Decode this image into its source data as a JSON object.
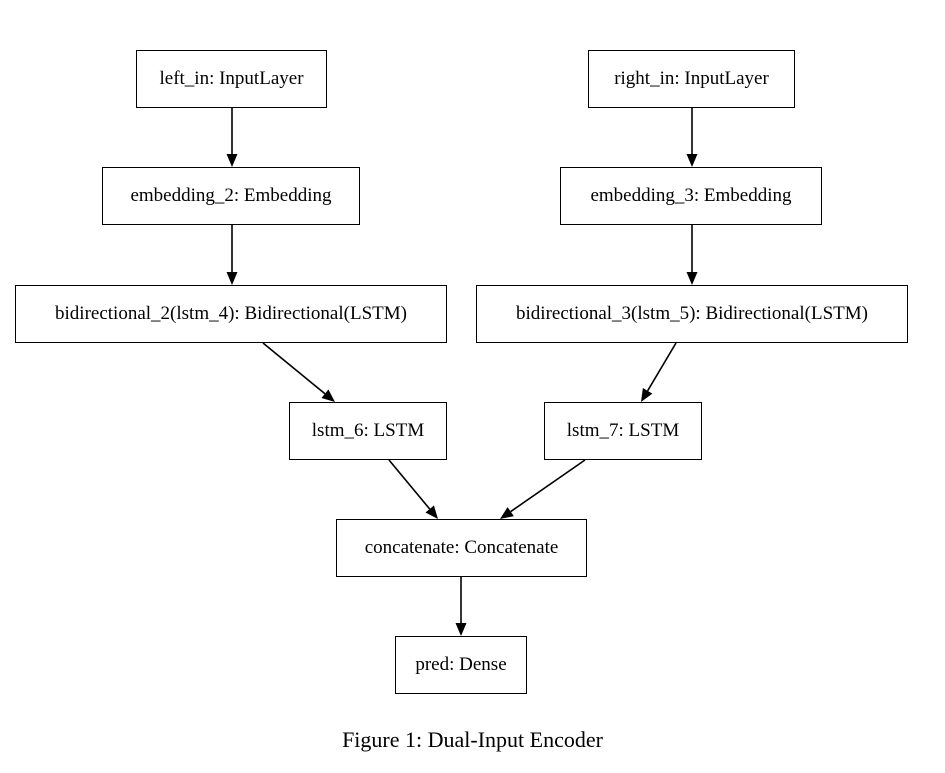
{
  "diagram": {
    "nodes": [
      {
        "id": "left_in",
        "label": "left_in: InputLayer"
      },
      {
        "id": "right_in",
        "label": "right_in: InputLayer"
      },
      {
        "id": "embedding_2",
        "label": "embedding_2: Embedding"
      },
      {
        "id": "embedding_3",
        "label": "embedding_3: Embedding"
      },
      {
        "id": "bidirectional_2",
        "label": "bidirectional_2(lstm_4): Bidirectional(LSTM)"
      },
      {
        "id": "bidirectional_3",
        "label": "bidirectional_3(lstm_5): Bidirectional(LSTM)"
      },
      {
        "id": "lstm_6",
        "label": "lstm_6: LSTM"
      },
      {
        "id": "lstm_7",
        "label": "lstm_7: LSTM"
      },
      {
        "id": "concatenate",
        "label": "concatenate: Concatenate"
      },
      {
        "id": "pred",
        "label": "pred: Dense"
      }
    ],
    "edges": [
      {
        "from": "left_in",
        "to": "embedding_2"
      },
      {
        "from": "embedding_2",
        "to": "bidirectional_2"
      },
      {
        "from": "bidirectional_2",
        "to": "lstm_6"
      },
      {
        "from": "right_in",
        "to": "embedding_3"
      },
      {
        "from": "embedding_3",
        "to": "bidirectional_3"
      },
      {
        "from": "bidirectional_3",
        "to": "lstm_7"
      },
      {
        "from": "lstm_6",
        "to": "concatenate"
      },
      {
        "from": "lstm_7",
        "to": "concatenate"
      },
      {
        "from": "concatenate",
        "to": "pred"
      }
    ]
  },
  "caption": "Figure 1: Dual-Input Encoder"
}
